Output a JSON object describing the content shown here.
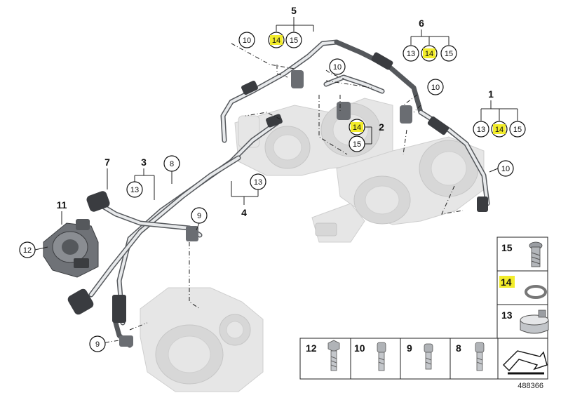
{
  "diagram": {
    "part_number": "488366",
    "callouts": {
      "c1": "1",
      "c2": "2",
      "c3": "3",
      "c4": "4",
      "c5": "5",
      "c6": "6",
      "c7": "7",
      "c8": "8",
      "c9a": "9",
      "c9b": "9",
      "c10a": "10",
      "c10b": "10",
      "c10c": "10",
      "c10d": "10",
      "c11": "11",
      "c12": "12",
      "c13a": "13",
      "c13b": "13",
      "c13c": "13",
      "c13d": "13",
      "c14a": "14",
      "c14b": "14",
      "c14c": "14",
      "c14d": "14",
      "c15a": "15",
      "c15b": "15",
      "c15c": "15",
      "c15d": "15"
    },
    "legend": {
      "p15": "15",
      "p14": "14",
      "p13": "13",
      "p12": "12",
      "p10": "10",
      "p9": "9",
      "p8": "8"
    },
    "colors": {
      "highlight": "#f2ec2a",
      "hose": "#55585c",
      "ghost_part": "#e6e6e6",
      "background": "#ffffff"
    }
  }
}
